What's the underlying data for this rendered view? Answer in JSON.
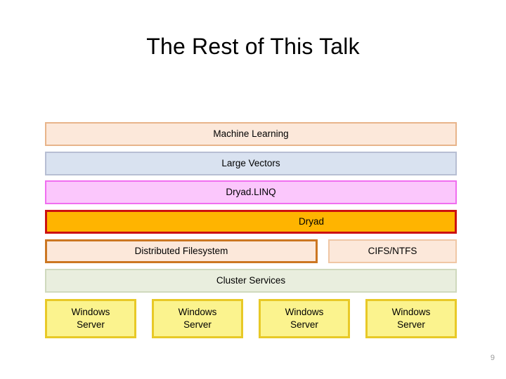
{
  "slide": {
    "title": "The Rest of This Talk",
    "page_number": "9",
    "background_color": "#ffffff"
  },
  "stack": {
    "layers": [
      {
        "id": "machine-learning",
        "label": "Machine Learning",
        "fill": "#fce8da",
        "border": "#e8b48a",
        "full_width": true,
        "highlighted": false
      },
      {
        "id": "large-vectors",
        "label": "Large Vectors",
        "fill": "#d9e2f0",
        "border": "#b7bed3",
        "full_width": true,
        "highlighted": false
      },
      {
        "id": "dryad-linq",
        "label": "Dryad.LINQ",
        "fill": "#fbc7fc",
        "border": "#f06ef0",
        "full_width": true,
        "highlighted": false
      },
      {
        "id": "dryad",
        "label": "Dryad",
        "fill": "#ffb400",
        "border": "#cc1111",
        "full_width": true,
        "highlighted": true
      },
      {
        "id": "distributed-filesystem",
        "label": "Distributed Filesystem",
        "fill": "#fce8da",
        "border": "#cc7722",
        "full_width": false,
        "highlighted": false
      },
      {
        "id": "cifs-ntfs",
        "label": "CIFS/NTFS",
        "fill": "#fce8da",
        "border": "#f0c7a5",
        "full_width": false,
        "highlighted": false
      },
      {
        "id": "cluster-services",
        "label": "Cluster Services",
        "fill": "#e9eede",
        "border": "#cfd9bd",
        "full_width": true,
        "highlighted": false
      }
    ]
  },
  "servers": {
    "fill": "#fbf38e",
    "border": "#e8c927",
    "nodes": [
      {
        "line1": "Windows",
        "line2": "Server"
      },
      {
        "line1": "Windows",
        "line2": "Server"
      },
      {
        "line1": "Windows",
        "line2": "Server"
      },
      {
        "line1": "Windows",
        "line2": "Server"
      }
    ]
  }
}
